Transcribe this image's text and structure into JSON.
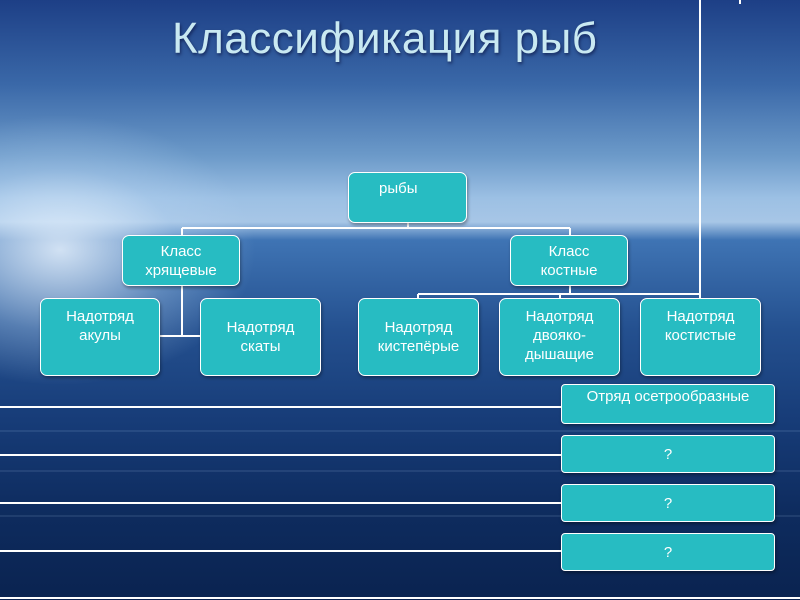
{
  "title": "Классификация рыб",
  "root": {
    "label": "рыбы"
  },
  "classes": [
    {
      "line1": "Класс",
      "line2": "хрящевые"
    },
    {
      "line1": "Класс",
      "line2": "костные"
    }
  ],
  "superorders": [
    {
      "line1": "Надотряд",
      "line2": "акулы"
    },
    {
      "line1": "Надотряд",
      "line2": "скаты"
    },
    {
      "line1": "Надотряд",
      "line2": "кистепёрые"
    },
    {
      "line1": "Надотряд",
      "line2": "двояко-",
      "line3": "дышащие"
    },
    {
      "line1": "Надотряд",
      "line2": "костистые"
    }
  ],
  "orders": [
    {
      "label": "Отряд осетрообразные"
    },
    {
      "label": "?"
    },
    {
      "label": "?"
    },
    {
      "label": "?"
    }
  ],
  "colors": {
    "node_fill": "#27bcc2",
    "node_text": "#ffffff",
    "connector": "#ffffff",
    "title": "#c9e9f2"
  }
}
